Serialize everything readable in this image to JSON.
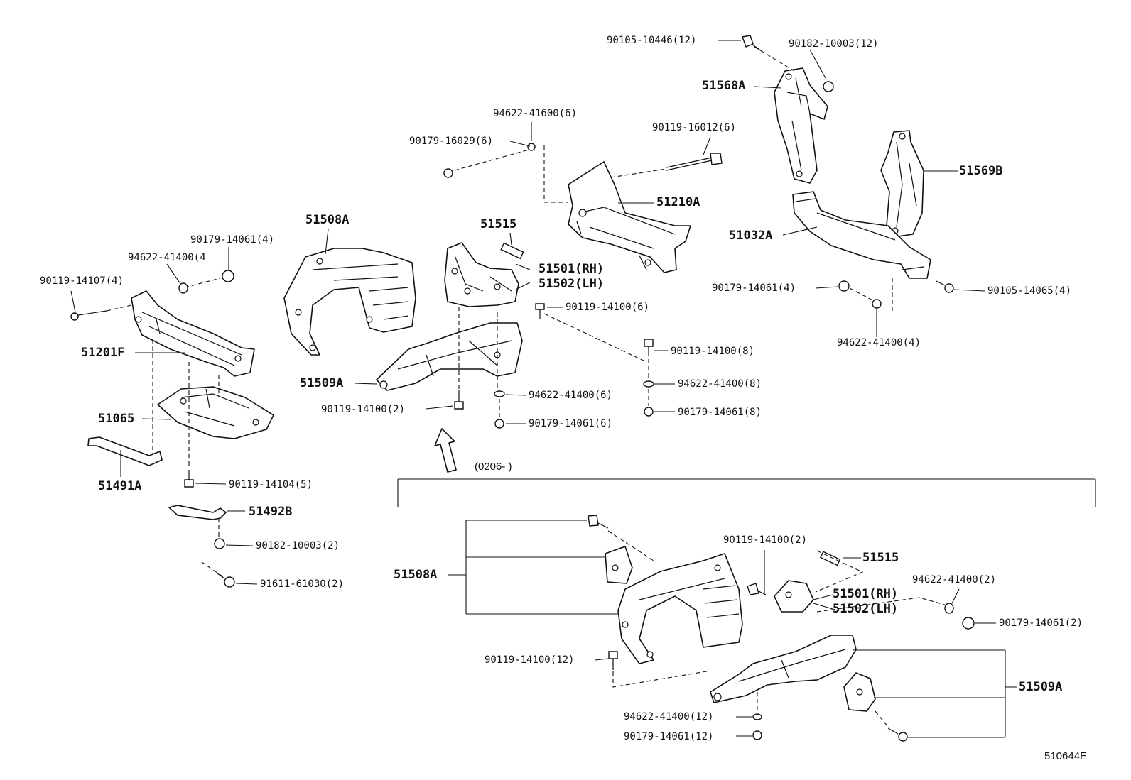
{
  "diagram_id": "510644E",
  "date_range_note": "(0206-          )",
  "parts": {
    "p_90105_10446": "90105-10446(12)",
    "p_90182_10003_12": "90182-10003(12)",
    "p_51568A": "51568A",
    "p_94622_41600": "94622-41600(6)",
    "p_90179_16029": "90179-16029(6)",
    "p_90119_16012": "90119-16012(6)",
    "p_51569B": "51569B",
    "p_51210A": "51210A",
    "p_51032A": "51032A",
    "p_51508A_top": "51508A",
    "p_51515_top": "51515",
    "p_90179_14061_4a": "90179-14061(4)",
    "p_94622_41400_4a": "94622-41400(4",
    "p_51501_top": "51501(RH)",
    "p_51502_top": "51502(LH)",
    "p_90119_14107": "90119-14107(4)",
    "p_90179_14061_4b": "90179-14061(4)",
    "p_90105_14065": "90105-14065(4)",
    "p_90119_14100_6": "90119-14100(6)",
    "p_94622_41400_4b": "94622-41400(4)",
    "p_51201F": "51201F",
    "p_90119_14100_8": "90119-14100(8)",
    "p_51509A_top": "51509A",
    "p_94622_41400_8": "94622-41400(8)",
    "p_94622_41400_6": "94622-41400(6)",
    "p_90119_14100_2a": "90119-14100(2)",
    "p_90179_14061_8": "90179-14061(8)",
    "p_51065": "51065",
    "p_90179_14061_6": "90179-14061(6)",
    "p_51491A": "51491A",
    "p_90119_14104": "90119-14104(5)",
    "p_51492B": "51492B",
    "p_90182_10003_2": "90182-10003(2)",
    "p_91611_61030": "91611-61030(2)",
    "p_90119_14100_2b": "90119-14100(2)",
    "p_51515_bot": "51515",
    "p_51508A_bot": "51508A",
    "p_94622_41400_2": "94622-41400(2)",
    "p_51501_bot": "51501(RH)",
    "p_51502_bot": "51502(LH)",
    "p_90179_14061_2": "90179-14061(2)",
    "p_90119_14100_12": "90119-14100(12)",
    "p_51509A_bot": "51509A",
    "p_94622_41400_12": "94622-41400(12)",
    "p_90179_14061_12": "90179-14061(12)"
  }
}
